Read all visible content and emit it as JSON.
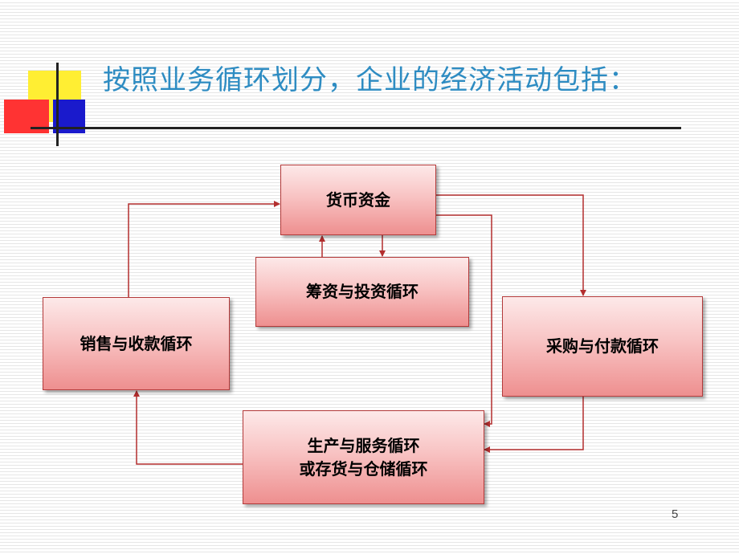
{
  "title": "按照业务循环划分，企业的经济活动包括：",
  "diagram": {
    "nodes": {
      "cash": "货币资金",
      "financing": "筹资与投资循环",
      "sales": "销售与收款循环",
      "purchase": "采购与付款循环",
      "production_line1": "生产与服务循环",
      "production_line2": "或存货与仓储循环"
    }
  },
  "page_number": "5",
  "colors": {
    "title": "#2e8cc2",
    "arrow": "#b32e2e",
    "box_border": "#b33a3a",
    "deco_yellow": "#ffee33",
    "deco_red": "#ff3333",
    "deco_blue": "#1a1acc"
  }
}
